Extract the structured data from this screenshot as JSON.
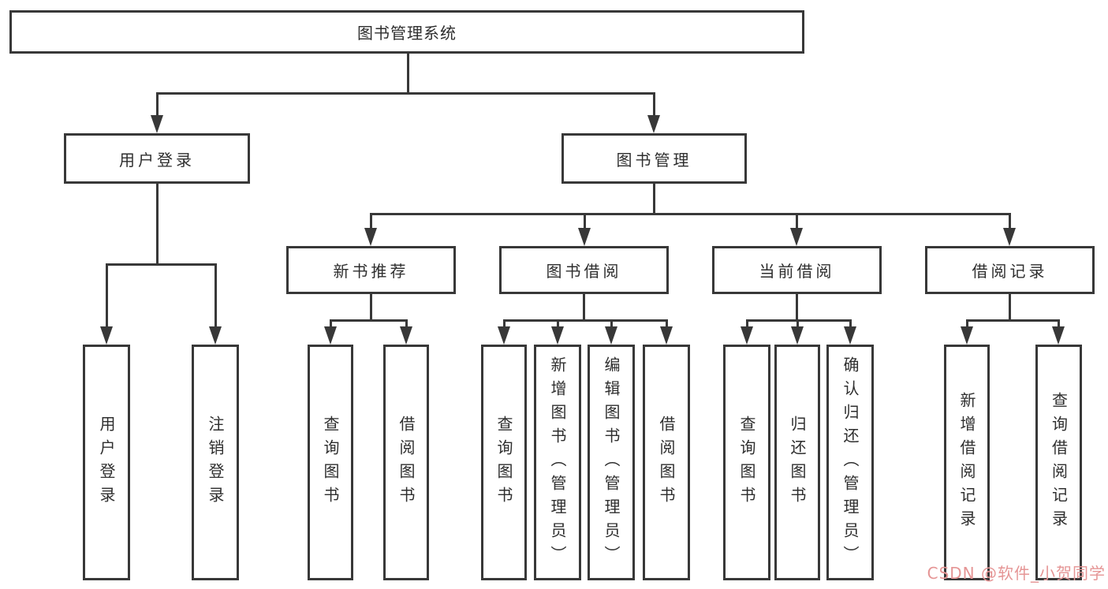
{
  "page": {
    "background": "#ffffff"
  },
  "colors": {
    "line": "#383838",
    "text": "#2e2e2e",
    "watermark": "#e59595"
  },
  "watermark": {
    "text": "CSDN @软件_小贺同学"
  },
  "tree": {
    "label": "图书管理系统",
    "children": [
      {
        "label": "用户登录",
        "children": [
          {
            "label": "用户登录"
          },
          {
            "label": "注销登录"
          }
        ]
      },
      {
        "label": "图书管理",
        "children": [
          {
            "label": "新书推荐",
            "children": [
              {
                "label": "查询图书"
              },
              {
                "label": "借阅图书"
              }
            ]
          },
          {
            "label": "图书借阅",
            "children": [
              {
                "label": "查询图书"
              },
              {
                "label": "新增图书（管理员）"
              },
              {
                "label": "编辑图书（管理员）"
              },
              {
                "label": "借阅图书"
              }
            ]
          },
          {
            "label": "当前借阅",
            "children": [
              {
                "label": "查询图书"
              },
              {
                "label": "归还图书"
              },
              {
                "label": "确认归还（管理员）"
              }
            ]
          },
          {
            "label": "借阅记录",
            "children": [
              {
                "label": "新增借阅记录"
              },
              {
                "label": "查询借阅记录"
              }
            ]
          }
        ]
      }
    ]
  }
}
